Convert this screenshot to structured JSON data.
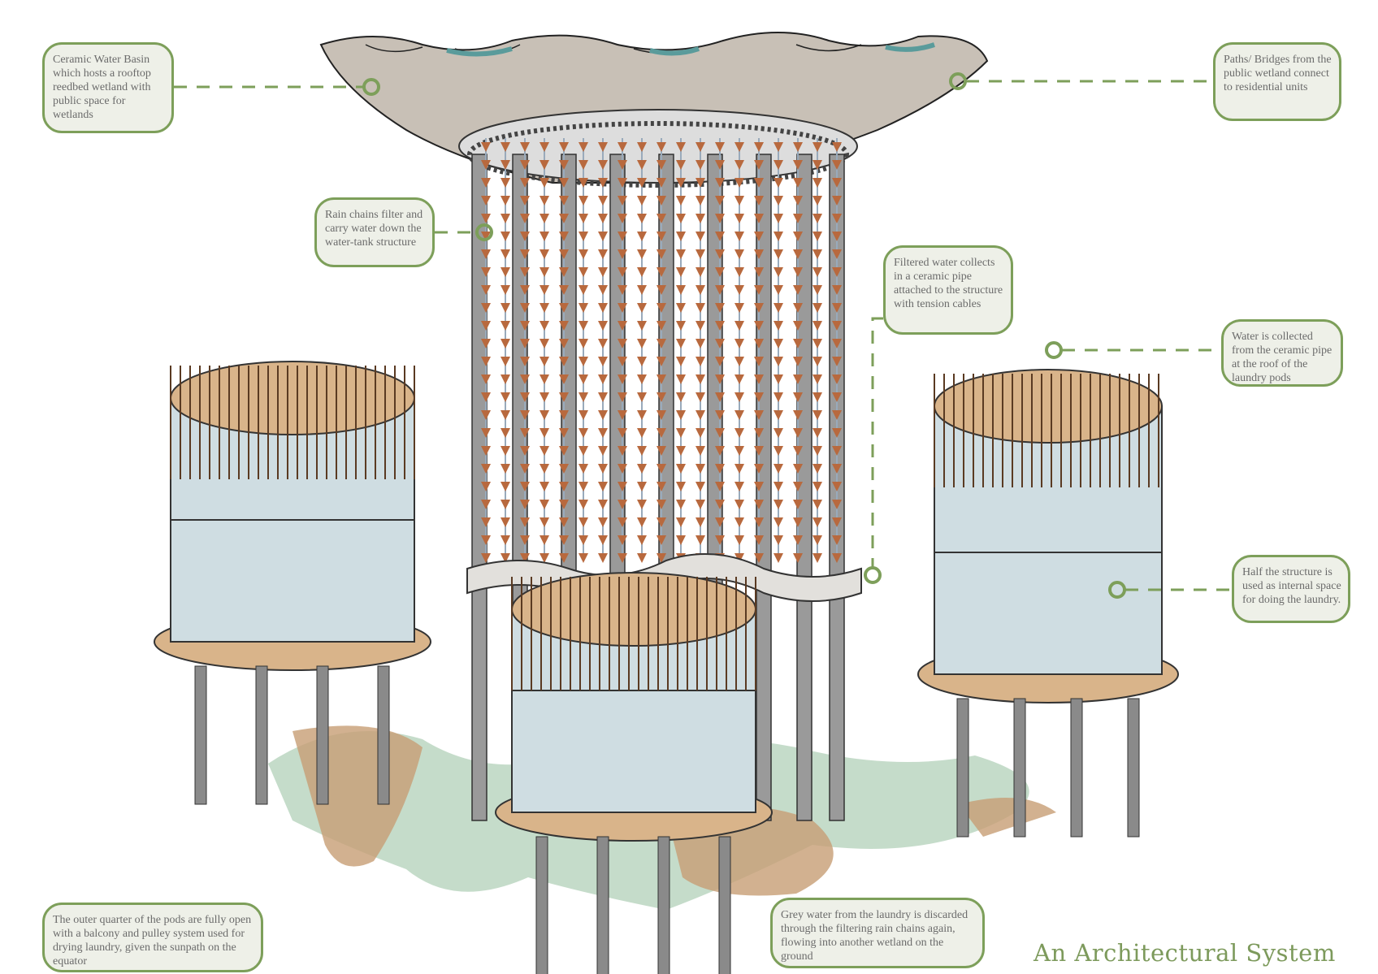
{
  "title": "An Architectural System",
  "callouts": {
    "basin": "Ceramic Water Basin which hosts a rooftop reedbed wetland with public space for wetlands",
    "rain_chains": "Rain chains filter and carry water down the water-tank structure",
    "paths": "Paths/ Bridges from the public wetland connect to residential units",
    "filtered": "Filtered water collects in a ceramic pipe attached to the structure with tension cables",
    "collected": "Water is collected from the ceramic pipe at the roof of the laundry pods",
    "half": "Half the structure is used as internal space for doing the laundry.",
    "outer": "The outer quarter of the pods are fully open with a balcony and pulley system used for drying laundry, given the sunpath on the equator",
    "grey": "Grey water from the laundry is discarded through the filtering rain chains again, flowing into another wetland on the ground"
  },
  "colors": {
    "accent": "#7d9f5a",
    "box_fill": "#eef0e8",
    "title": "#7d9a5c",
    "chain": "#b8693e",
    "wood": "#d9b48a",
    "glass": "#cfdde2"
  }
}
